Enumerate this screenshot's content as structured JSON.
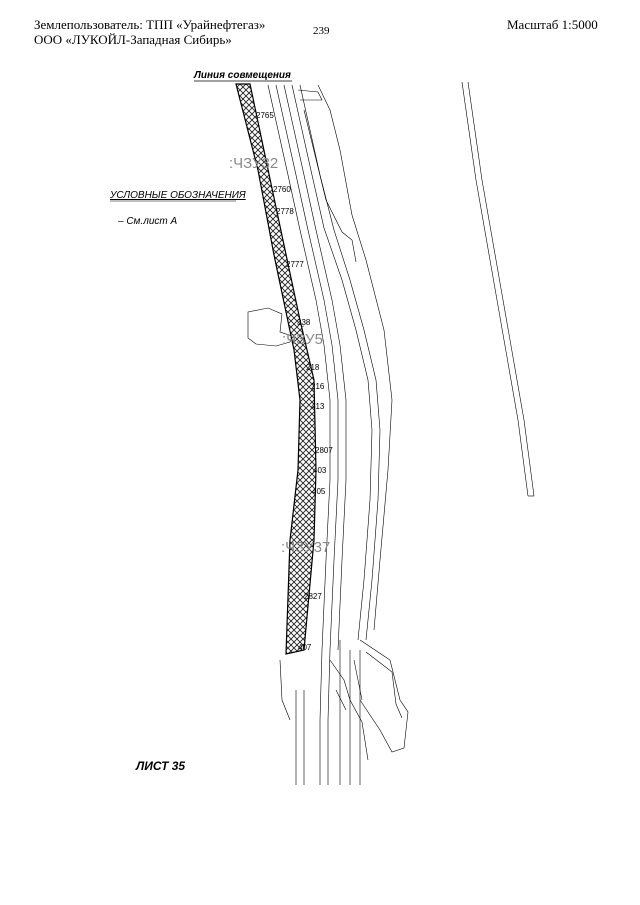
{
  "header": {
    "land_user_line1": "Землепользователь: ТПП «Урайнефтегаз»",
    "land_user_line2": "ООО «ЛУКОЙЛ-Западная Сибирь»",
    "page_number": "239",
    "scale": "Масштаб 1:5000"
  },
  "map": {
    "match_line_label": "Линия совмещения",
    "legend_title": "УСЛОВНЫЕ ОБОЗНАЧЕНИЯ",
    "legend_item": "– См.лист А",
    "sheet_label": "ЛИСТ 35",
    "zones": [
      ":ЧЗУ32",
      ":ЧЗУ5",
      ":ЧЗУ37"
    ],
    "points": [
      "2765",
      "2760",
      "2778",
      "2777",
      "338",
      "218",
      "216",
      "413",
      "2807",
      "403",
      "405",
      "2827",
      "407"
    ],
    "colors": {
      "lines": "#000000",
      "zone_labels": "#8a8a8a",
      "hatch": "#222222"
    }
  }
}
